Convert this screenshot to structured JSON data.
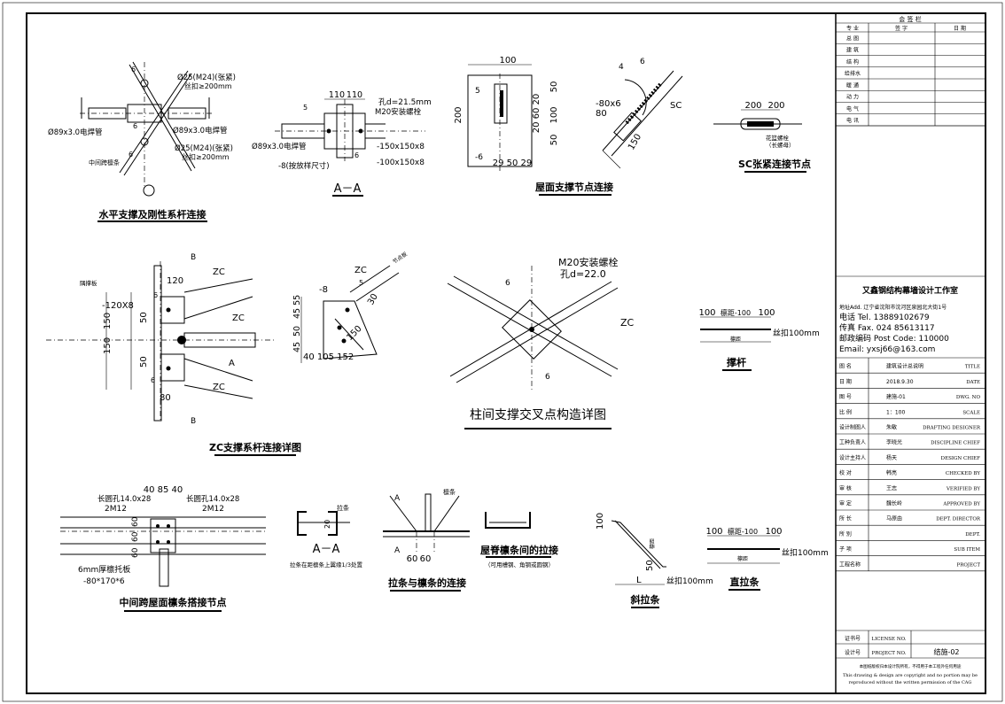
{
  "sheet": {
    "signature_block": {
      "title": "会 签 栏",
      "headers": [
        "专 业",
        "签 字",
        "日 期"
      ],
      "rows": [
        "总 图",
        "建 筑",
        "结 构",
        "给排水",
        "暖 通",
        "动 力",
        "电 气",
        "电 讯"
      ]
    },
    "company": {
      "name": "又鑫钢结构幕墙设计工作室",
      "address": "地址Add. 辽宁省沈阳市沈河区泉园北大街1号",
      "tel": "电话 Tel.   13889102679",
      "fax": "传真 Fax. 024 85613117",
      "post": "邮政编码 Post Code: 110000",
      "email": "Email:  yxsj66@163.com"
    },
    "title_block": [
      {
        "label": "图 名",
        "value": "建筑设计总说明",
        "en": "TITLE"
      },
      {
        "label": "日 期",
        "value": "2018.9.30",
        "en": "DATE"
      },
      {
        "label": "图 号",
        "value": "建施-01",
        "en": "DWG. NO"
      },
      {
        "label": "比 例",
        "value": "1：100",
        "en": "SCALE"
      },
      {
        "label": "设计制图人",
        "value": "朱敏",
        "en": "DRAFTING DESIGNER"
      },
      {
        "label": "工种负责人",
        "value": "李晓光",
        "en": "DISCIPLINE CHIEF"
      },
      {
        "label": "设计主持人",
        "value": "杨天",
        "en": "DESIGN CHIEF"
      },
      {
        "label": "校 对",
        "value": "韩亮",
        "en": "CHECKED BY"
      },
      {
        "label": "审 核",
        "value": "王志",
        "en": "VERIFIED BY"
      },
      {
        "label": "审 定",
        "value": "魏长岭",
        "en": "APPROVED BY"
      },
      {
        "label": "所 长",
        "value": "马原由",
        "en": "DEPT. DIRECTOR"
      },
      {
        "label": "所 别",
        "value": "",
        "en": "DEPT."
      },
      {
        "label": "子 项",
        "value": "",
        "en": "SUB ITEM"
      },
      {
        "label": "工程名称",
        "value": "",
        "en": "PROJECT"
      }
    ],
    "license": {
      "label": "证书号",
      "en": "LICENSE NO."
    },
    "project_no": {
      "label": "设计号",
      "en": "PROJECT NO.",
      "value": "结施-02"
    },
    "copyright_cn": "本图纸版权归本设计院所有，不得用于本工程外任何用途",
    "copyright_en_1": "This drawing & design are copyright and no portion may be",
    "copyright_en_2": "reproduced without the written permission of the CAG"
  },
  "details": {
    "d1": {
      "title": "水平支撑及刚性系杆连接",
      "l1": "Ø25(M24)(张紧)",
      "l2": "丝扣≥200mm",
      "l3": "Ø89x3.0电焊管",
      "l4": "Ø89x3.0电焊管",
      "l5": "Ø25(M24)(张紧)",
      "l6": "丝扣≥200mm",
      "l7": "中间跨檩条",
      "n6a": "6",
      "n6b": "6",
      "n6c": "6"
    },
    "d2": {
      "title": "A－A",
      "dim1": "110",
      "dim2": "110",
      "hole": "孔d=21.5mm",
      "bolt": "M20安装螺栓",
      "pipe": "Ø89x3.0电焊管",
      "p1": "-150x150x8",
      "p2": "-100x150x8",
      "p3": "-8(按放样尺寸)",
      "n5": "5",
      "n6": "6"
    },
    "d3": {
      "title": "屋面支撑节点连接",
      "w": "100",
      "h": "200",
      "v50a": "50",
      "v100": "100",
      "v50b": "50",
      "v2060": "20 60 20",
      "b": "29 50 29",
      "n5": "5",
      "n6": "-6"
    },
    "d4": {
      "n4": "4",
      "n6": "6",
      "plate": "-80x6",
      "pl2": "80",
      "sc": "SC",
      "len": "150"
    },
    "d5": {
      "title": "SC张紧连接节点",
      "d1": "200",
      "d2": "200",
      "note": "花篮螺栓",
      "note2": "（长螺母）"
    },
    "d6": {
      "title": "ZC支撑系杆连接详图",
      "zc1": "ZC",
      "zc2": "ZC",
      "zc3": "ZC",
      "dim120": "120",
      "pl": "-120X8",
      "label_top": "隅撑板",
      "h150a": "150",
      "h150b": "150",
      "v50": "50",
      "v50b": "50",
      "b1": "B",
      "b2": "B",
      "bot80": "80",
      "a": "A",
      "n6": "6",
      "n6b": "6"
    },
    "d7": {
      "zc": "ZC",
      "pl": "-8",
      "d5": "45 55",
      "d50": "50",
      "d45": "45",
      "w": "40 105 152",
      "l1": "150",
      "l2": "30",
      "n5": "5",
      "note": "节点板"
    },
    "d8": {
      "title": "柱间支撑交叉点构造详图",
      "bolt": "M20安装螺栓",
      "hole": "孔d=22.0",
      "n6a": "6",
      "n6b": "6",
      "zc": "ZC"
    },
    "d9": {
      "title": "撑杆",
      "d1": "100",
      "d2": "檩距-100",
      "d3": "100",
      "mid": "檩距",
      "rt": "丝扣100mm"
    },
    "d10": {
      "title": "中间跨屋面檩条搭接节点",
      "s1": "长圆孔14.0x28",
      "s2": "2M12",
      "s3": "长圆孔14.0x28",
      "s4": "2M12",
      "top": "40 85 40",
      "v1": "60",
      "v2": "60",
      "v3": "60",
      "p1": "6mm厚檩托板",
      "p2": "-80*170*6"
    },
    "d11": {
      "title": "A－A",
      "note": "拉条在距檩条上翼缘1/3处置",
      "v": "20",
      "lab": "拉条"
    },
    "d12": {
      "title": "拉条与檩条的连接",
      "a1": "A",
      "a2": "A",
      "d1": "60",
      "d2": "60",
      "lab": "檩条"
    },
    "d13": {
      "title": "屋脊檩条间的拉接",
      "sub": "（可用槽钢、角钢或圆钢）"
    },
    "d14": {
      "title": "斜拉条",
      "v100": "100",
      "v50": "50",
      "l": "L",
      "rt": "丝扣100mm",
      "mid": "檩距"
    },
    "d15": {
      "title": "直拉条",
      "d1": "100",
      "d2": "檩距-100",
      "d3": "100",
      "mid": "檩距",
      "rt": "丝扣100mm"
    }
  }
}
